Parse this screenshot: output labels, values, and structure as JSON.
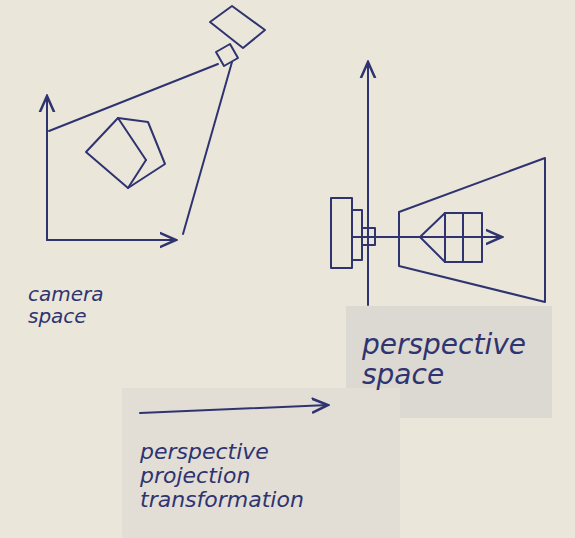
{
  "diagram": {
    "labels": [
      "camera space",
      "perspective space",
      "perspective projection transformation"
    ]
  }
}
